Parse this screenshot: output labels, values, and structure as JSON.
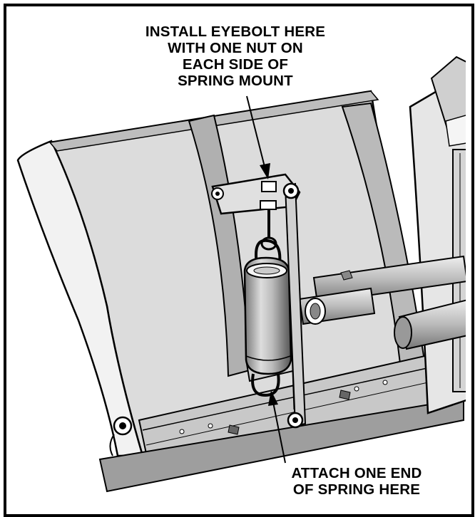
{
  "callouts": {
    "top": {
      "lines": [
        "INSTALL EYEBOLT HERE",
        "WITH ONE NUT ON",
        "EACH SIDE OF",
        "SPRING MOUNT"
      ]
    },
    "bottom": {
      "lines": [
        "ATTACH ONE END",
        "OF SPRING HERE"
      ]
    }
  }
}
